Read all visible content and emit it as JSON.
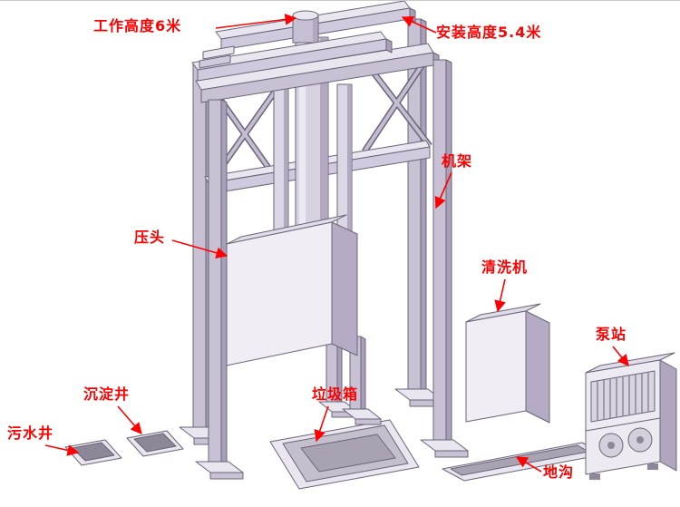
{
  "labels": {
    "working_height": "工作高度6米",
    "install_height": "安装高度5.4米",
    "frame": "机架",
    "press_head": "压头",
    "washer": "清洗机",
    "pump_station": "泵站",
    "settling_well": "沉淀井",
    "sewage_well": "污水井",
    "garbage_bin": "垃圾箱",
    "trench": "地沟"
  },
  "colors": {
    "background": "#ffffff",
    "annotation_red": "#ff0000",
    "metal_front": "#c8c0d3",
    "metal_side": "#a99fb9",
    "metal_top": "#e9e6ef",
    "panel_white": "#f0eef4",
    "outline": "#6b6478",
    "pit_hole": "#8e8798"
  }
}
